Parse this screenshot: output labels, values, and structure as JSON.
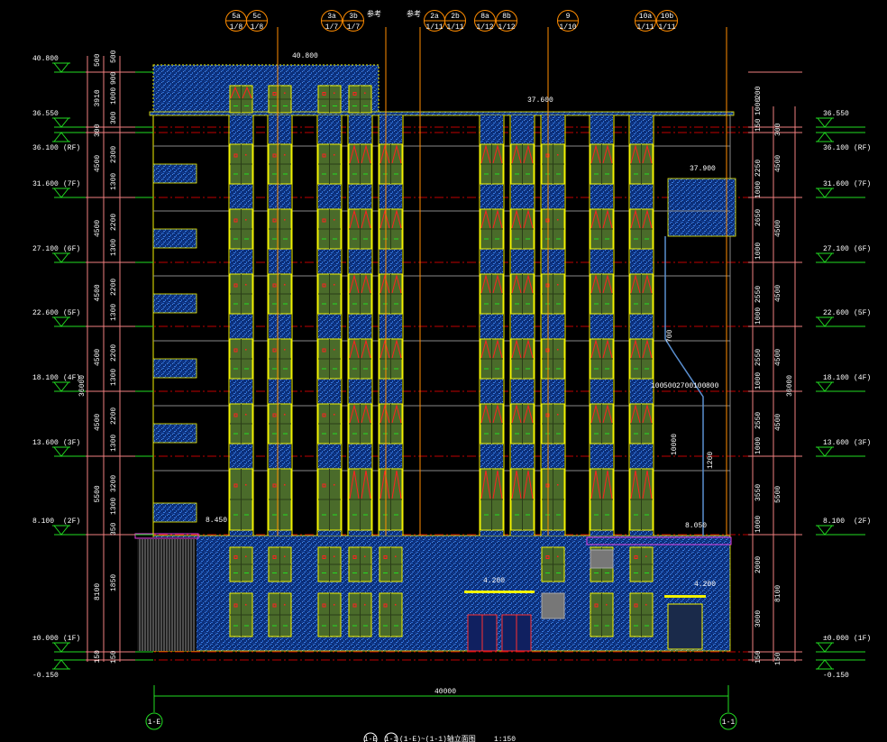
{
  "drawing": {
    "title": "(1-E)~(1-1)轴立面图",
    "title_axis_a": "1-E",
    "title_axis_b": "1-1",
    "scale": "1:150",
    "overall_width_dim": "40000",
    "overall_height_dim": "36000",
    "colors": {
      "background": "#000000",
      "panel": "#0b2f7a",
      "panel_dot": "#2a6bd1",
      "frame": "#f2f200",
      "window": "#4a6b2a",
      "level": "#22dd22",
      "dim": "#f08080",
      "axis": "#ff8c00",
      "gridline": "#c00000"
    }
  },
  "top_axes": [
    {
      "top": "5a",
      "bottom": "1/8"
    },
    {
      "top": "5c",
      "bottom": "1/8"
    },
    {
      "top": "3a",
      "bottom": "1/7"
    },
    {
      "top": "3b",
      "bottom": "1/7"
    },
    {
      "top": "2a",
      "bottom": "1/11"
    },
    {
      "top": "2b",
      "bottom": "1/11"
    },
    {
      "top": "8a",
      "bottom": "1/12"
    },
    {
      "top": "8b",
      "bottom": "1/12"
    },
    {
      "top": "9",
      "bottom": "1/10"
    },
    {
      "top": "10a",
      "bottom": "1/11"
    },
    {
      "top": "10b",
      "bottom": "1/11"
    }
  ],
  "top_notes": [
    "参考",
    "参考"
  ],
  "bottom_axes": [
    "1-E",
    "1-1"
  ],
  "left_levels": [
    {
      "elev": "40.800",
      "floor": ""
    },
    {
      "elev": "36.550",
      "floor": ""
    },
    {
      "elev": "36.100",
      "floor": "(RF)"
    },
    {
      "elev": "31.600",
      "floor": "(7F)"
    },
    {
      "elev": "27.100",
      "floor": "(6F)"
    },
    {
      "elev": "22.600",
      "floor": "(5F)"
    },
    {
      "elev": "18.100",
      "floor": "(4F)"
    },
    {
      "elev": "13.600",
      "floor": "(3F)"
    },
    {
      "elev": "8.100",
      "floor": "(2F)"
    },
    {
      "elev": "±0.000",
      "floor": "(1F)"
    },
    {
      "elev": "-0.150",
      "floor": ""
    }
  ],
  "right_levels": [
    {
      "elev": "36.550",
      "floor": ""
    },
    {
      "elev": "36.100",
      "floor": "(RF)"
    },
    {
      "elev": "31.600",
      "floor": "(7F)"
    },
    {
      "elev": "27.100",
      "floor": "(6F)"
    },
    {
      "elev": "22.600",
      "floor": "(5F)"
    },
    {
      "elev": "18.100",
      "floor": "(4F)"
    },
    {
      "elev": "13.600",
      "floor": "(3F)"
    },
    {
      "elev": "8.100",
      "floor": "(2F)"
    },
    {
      "elev": "±0.000",
      "floor": "(1F)"
    },
    {
      "elev": "-0.150",
      "floor": ""
    }
  ],
  "left_dims_outer": [
    "500",
    "3910",
    "300",
    "4500",
    "4500",
    "4500",
    "4500",
    "4500",
    "5500",
    "8100",
    "150"
  ],
  "left_dims_inner": [
    "500",
    "900",
    "1000",
    "300",
    "2300",
    "1300",
    "2200",
    "1300",
    "2200",
    "1300",
    "2200",
    "1300",
    "2200",
    "1300",
    "3200",
    "1300",
    "350",
    "1850",
    "150"
  ],
  "right_dims_outer": [
    "300",
    "4500",
    "4500",
    "4500",
    "4500",
    "4500",
    "5500",
    "8100",
    "150"
  ],
  "right_dims_inner": [
    "200",
    "1000",
    "150",
    "2250",
    "1000",
    "2650",
    "1000",
    "2550",
    "1000",
    "2550",
    "1000",
    "2550",
    "1000",
    "3550",
    "1000",
    "2000",
    "3000",
    "150"
  ],
  "annotations": [
    {
      "text": "40.800"
    },
    {
      "text": "37.600"
    },
    {
      "text": "37.900"
    },
    {
      "text": "8.450"
    },
    {
      "text": "8.050"
    },
    {
      "text": "4.200"
    },
    {
      "text": "4.200"
    },
    {
      "text": "700"
    },
    {
      "text": "100"
    },
    {
      "text": "500"
    },
    {
      "text": "2700"
    },
    {
      "text": "100"
    },
    {
      "text": "800"
    },
    {
      "text": "10000"
    },
    {
      "text": "1200"
    }
  ]
}
